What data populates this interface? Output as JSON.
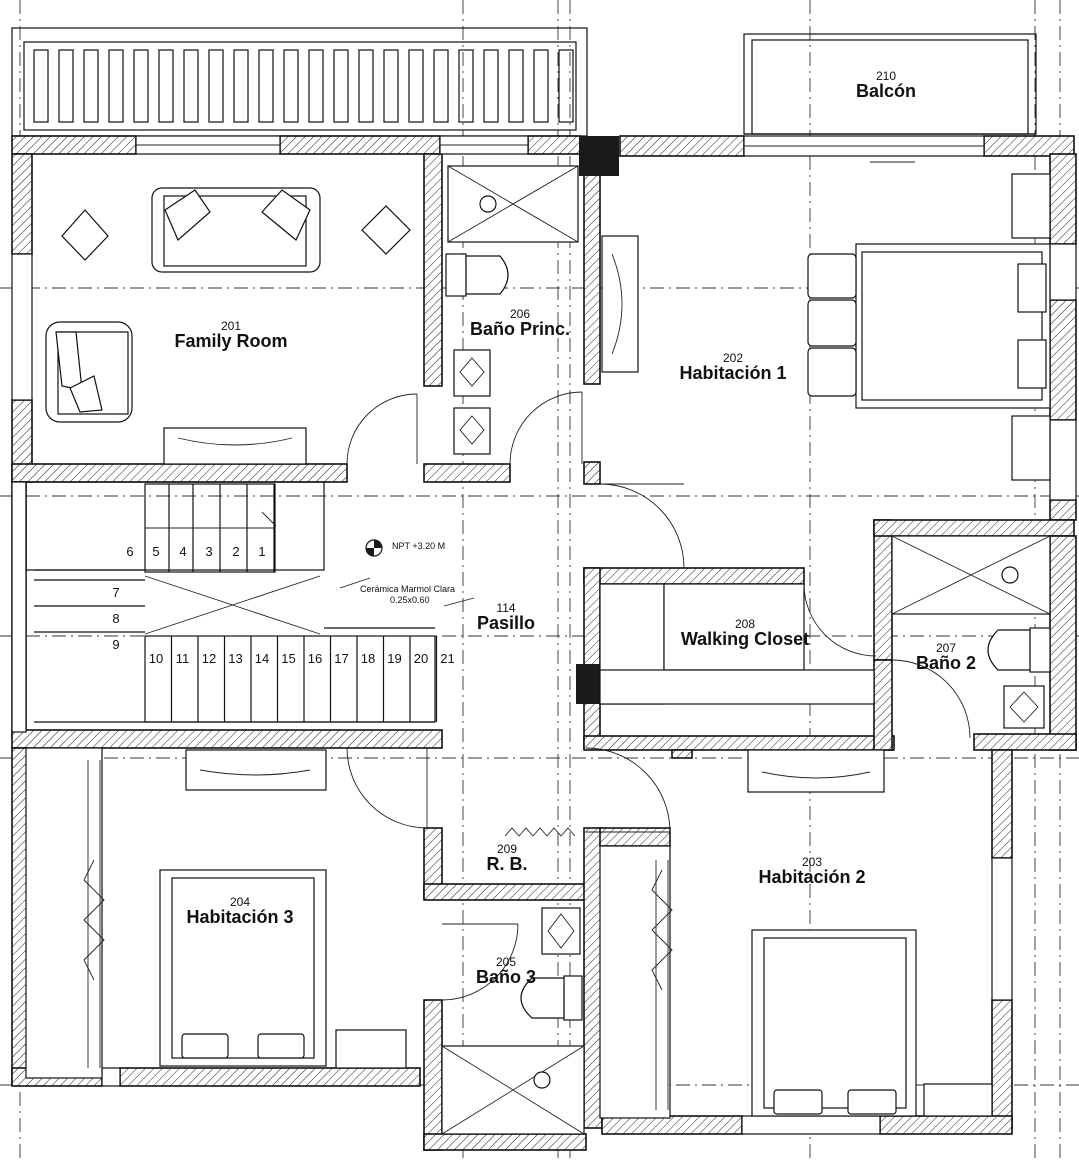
{
  "rooms": {
    "balcon": {
      "number": "210",
      "name": "Balcón"
    },
    "family_room": {
      "number": "201",
      "name": "Family Room"
    },
    "bano_princ": {
      "number": "206",
      "name": "Baño Princ."
    },
    "habitacion_1": {
      "number": "202",
      "name": "Habitación 1"
    },
    "pasillo": {
      "number": "114",
      "name": "Pasillo"
    },
    "walking_closet": {
      "number": "208",
      "name": "Walking Closet"
    },
    "bano_2": {
      "number": "207",
      "name": "Baño 2"
    },
    "rb": {
      "number": "209",
      "name": "R. B."
    },
    "habitacion_3": {
      "number": "204",
      "name": "Habitación 3"
    },
    "bano_3": {
      "number": "205",
      "name": "Baño 3"
    },
    "habitacion_2": {
      "number": "203",
      "name": "Habitación 2"
    }
  },
  "annotations": {
    "level": "NPT +3.20 M",
    "finish_line1": "Cerámica Marmol Clara",
    "finish_line2": "0.25x0.60"
  },
  "stairs": {
    "upper_steps": [
      "6",
      "5",
      "4",
      "3",
      "2",
      "1"
    ],
    "landing_steps": [
      "7",
      "8",
      "9"
    ],
    "lower_steps": [
      "10",
      "11",
      "12",
      "13",
      "14",
      "15",
      "16",
      "17",
      "18",
      "19",
      "20",
      "21"
    ]
  }
}
